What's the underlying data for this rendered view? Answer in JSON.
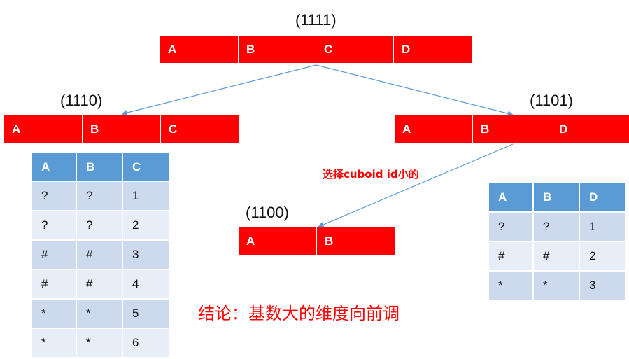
{
  "colors": {
    "bar": "#ff0000",
    "table_header": "#5b9bd5",
    "row_dark": "#cdd9ec",
    "row_light": "#e8eef7",
    "arrow": "#5b9bd5",
    "note": "#ff0000"
  },
  "nodes": {
    "n1111": {
      "label": "(1111)",
      "cells": [
        "A",
        "B",
        "C",
        "D"
      ]
    },
    "n1110": {
      "label": "(1110)",
      "cells": [
        "A",
        "B",
        "C"
      ]
    },
    "n1101": {
      "label": "(1101)",
      "cells": [
        "A",
        "B",
        "D"
      ]
    },
    "n1100": {
      "label": "(1100)",
      "cells": [
        "A",
        "B"
      ]
    }
  },
  "table_abc": {
    "headers": [
      "A",
      "B",
      "C"
    ],
    "rows": [
      [
        "?",
        "?",
        "1"
      ],
      [
        "?",
        "?",
        "2"
      ],
      [
        "#",
        "#",
        "3"
      ],
      [
        "#",
        "#",
        "4"
      ],
      [
        "*",
        "*",
        "5"
      ],
      [
        "*",
        "*",
        "6"
      ]
    ]
  },
  "table_abd": {
    "headers": [
      "A",
      "B",
      "D"
    ],
    "rows": [
      [
        "?",
        "?",
        "1"
      ],
      [
        "#",
        "#",
        "2"
      ],
      [
        "*",
        "*",
        "3"
      ]
    ]
  },
  "annotation": "选择cuboid id小的",
  "conclusion": "结论：基数大的维度向前调"
}
